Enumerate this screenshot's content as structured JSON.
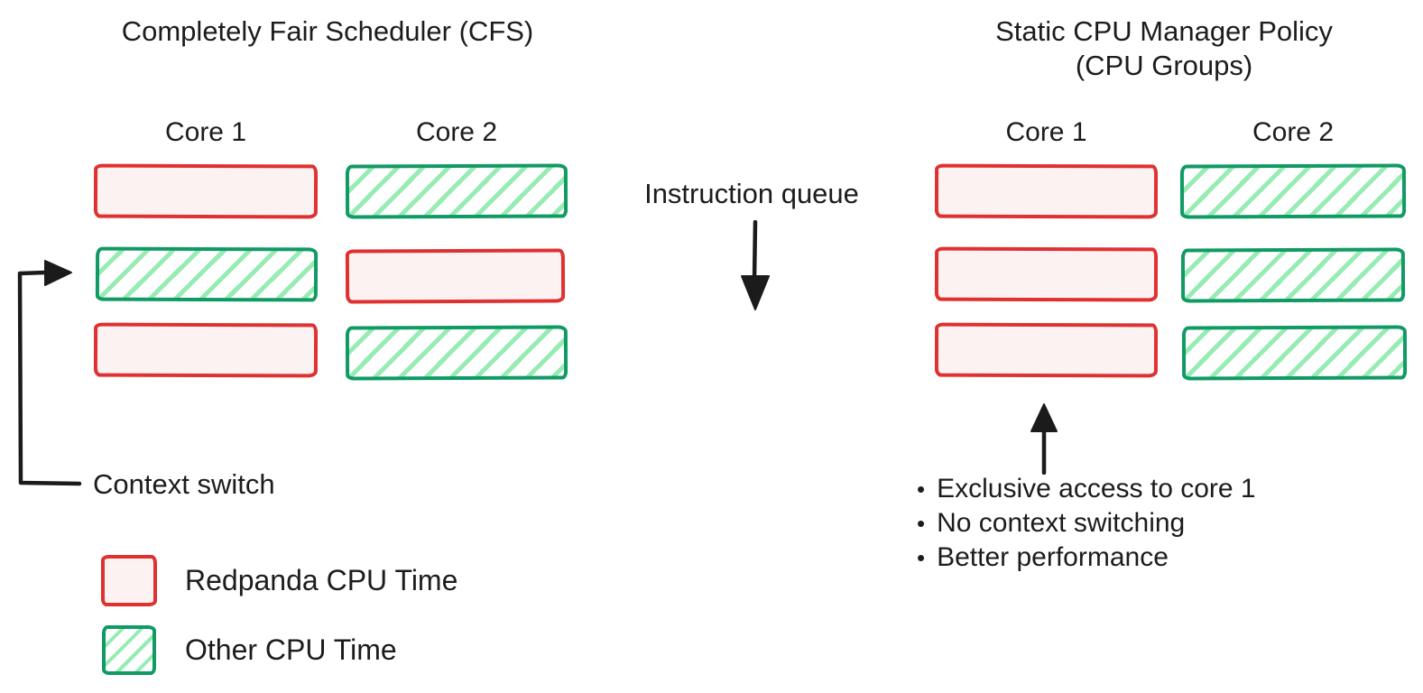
{
  "colors": {
    "background": "#ffffff",
    "text": "#1c1c1c",
    "arrow": "#1b1b1b",
    "red_border": "#e03131",
    "red_fill": "#fdf2f2",
    "green_border": "#109a64",
    "green_hatch": "#96ecb2"
  },
  "cfs_panel": {
    "title": "Completely Fair Scheduler (CFS)",
    "core1_label": "Core 1",
    "core2_label": "Core 2",
    "rows": [
      {
        "core1": "redpanda",
        "core2": "other"
      },
      {
        "core1": "other",
        "core2": "redpanda"
      },
      {
        "core1": "redpanda",
        "core2": "other"
      }
    ],
    "context_switch_label": "Context switch"
  },
  "queue": {
    "label": "Instruction queue"
  },
  "static_panel": {
    "title_line1": "Static CPU Manager Policy",
    "title_line2": "(CPU Groups)",
    "core1_label": "Core 1",
    "core2_label": "Core 2",
    "rows": [
      {
        "core1": "redpanda",
        "core2": "other"
      },
      {
        "core1": "redpanda",
        "core2": "other"
      },
      {
        "core1": "redpanda",
        "core2": "other"
      }
    ],
    "bullet_glyph": "•",
    "bullets": [
      "Exclusive access to core 1",
      "No context switching",
      "Better performance"
    ]
  },
  "legend": {
    "items": [
      {
        "type": "redpanda",
        "label": "Redpanda CPU Time"
      },
      {
        "type": "other",
        "label": "Other CPU Time"
      }
    ]
  }
}
